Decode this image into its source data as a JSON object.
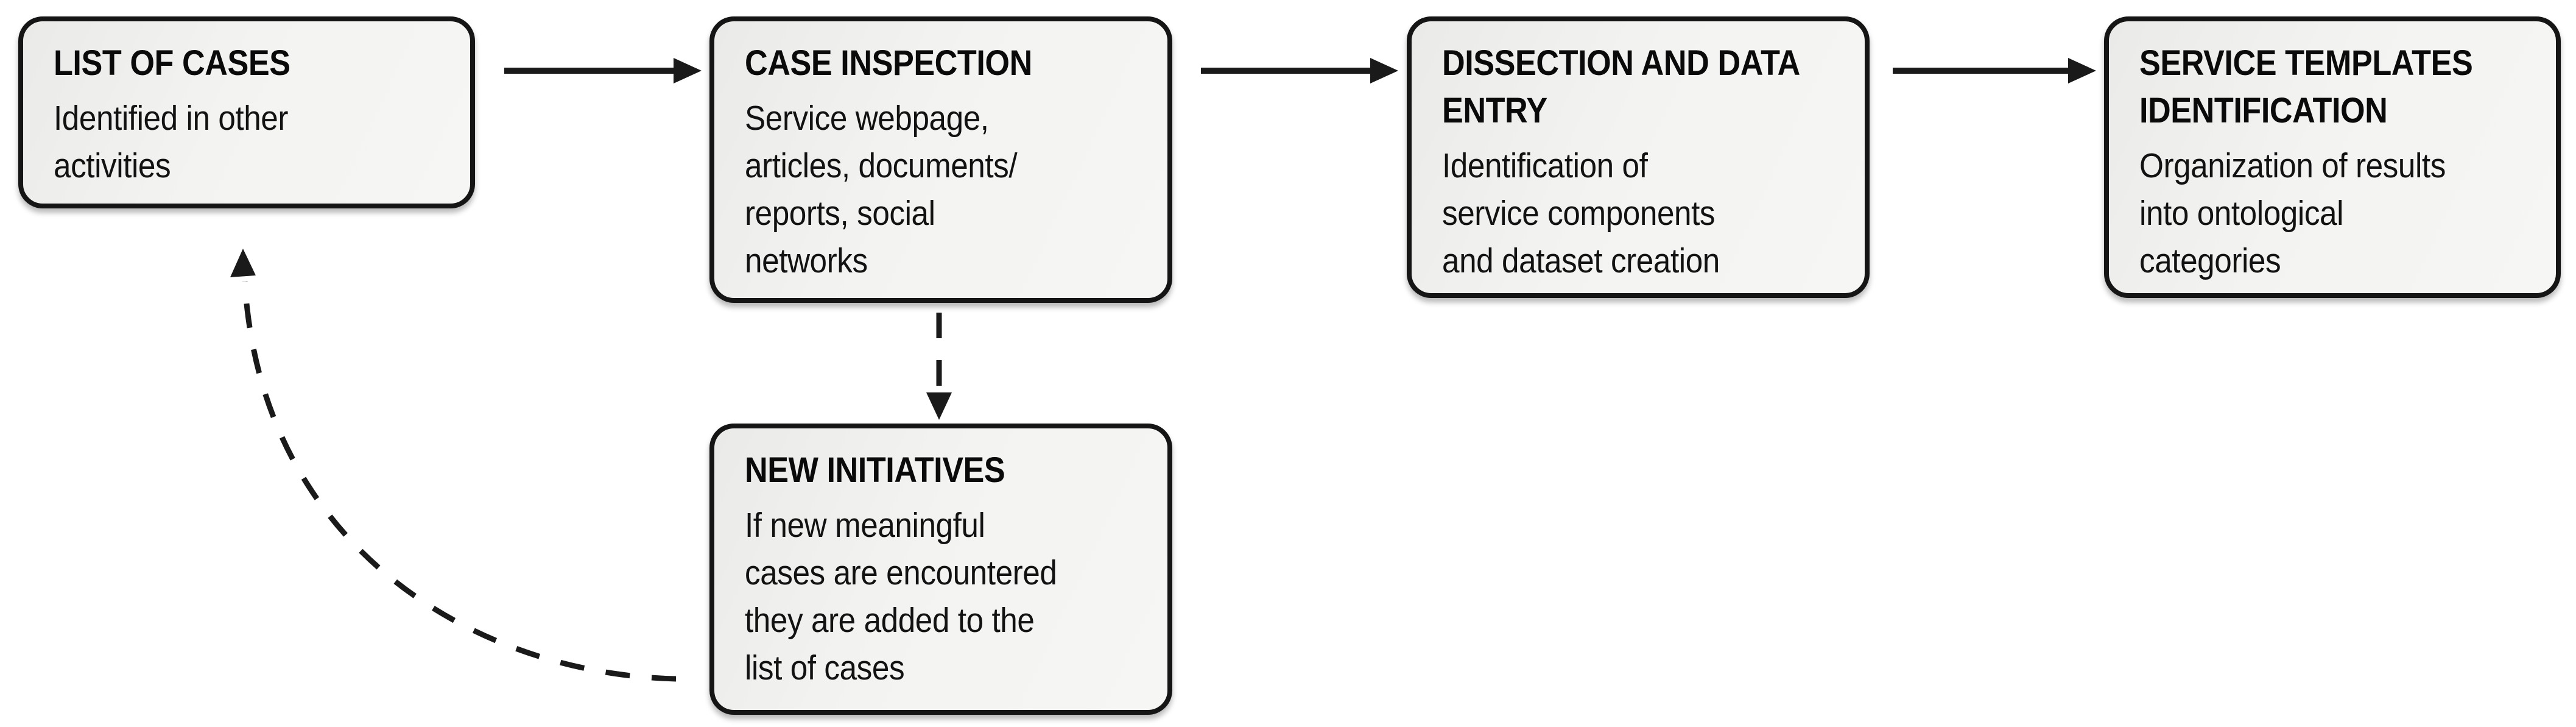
{
  "diagram": {
    "background_color": "#ffffff",
    "box_border_color": "#151515",
    "box_fill_start": "#eaeae8",
    "box_fill_end": "#f6f6f4",
    "text_color": "#0d0d0d",
    "arrow_color": "#1a1a1a",
    "boxes": [
      {
        "id": "list-of-cases",
        "title": "LIST OF CASES",
        "body": "Identified in other\nactivities"
      },
      {
        "id": "case-inspection",
        "title": "CASE INSPECTION",
        "body": "Service webpage,\narticles, documents/\nreports, social\nnetworks"
      },
      {
        "id": "dissection-and-data-entry",
        "title": "DISSECTION AND DATA\nENTRY",
        "body": "Identification of\nservice components\nand dataset creation"
      },
      {
        "id": "service-templates-identification",
        "title": "SERVICE TEMPLATES\nIDENTIFICATION",
        "body": "Organization of results\ninto ontological\ncategories"
      },
      {
        "id": "new-initiatives",
        "title": "NEW INITIATIVES",
        "body": "If new meaningful\ncases are encountered\nthey are added to the\nlist of cases"
      }
    ],
    "arrows": [
      {
        "type": "solid",
        "from": "list-of-cases",
        "to": "case-inspection"
      },
      {
        "type": "solid",
        "from": "case-inspection",
        "to": "dissection-and-data-entry"
      },
      {
        "type": "solid",
        "from": "dissection-and-data-entry",
        "to": "service-templates-identification"
      },
      {
        "type": "dashed",
        "from": "case-inspection",
        "to": "new-initiatives"
      },
      {
        "type": "dashed",
        "from": "new-initiatives",
        "to": "list-of-cases"
      }
    ]
  }
}
